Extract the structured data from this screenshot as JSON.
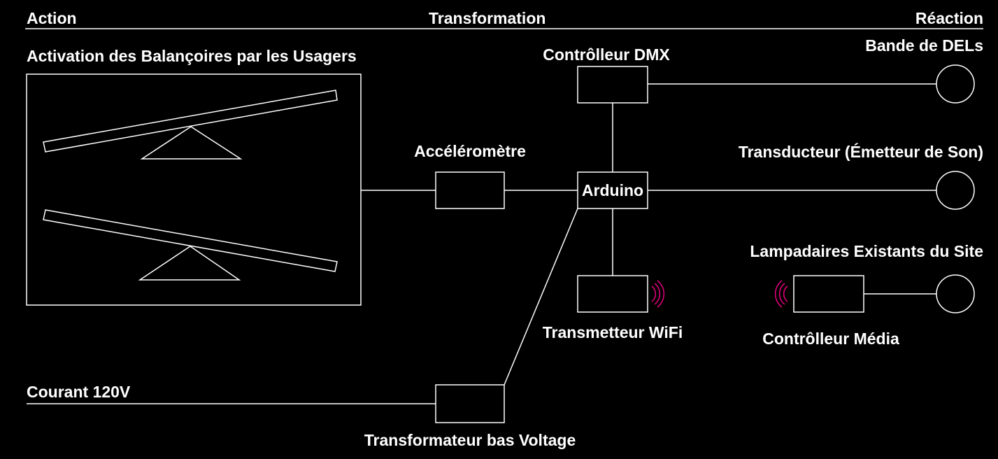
{
  "headers": {
    "action": "Action",
    "transformation": "Transformation",
    "reaction": "Réaction"
  },
  "labels": {
    "swings": "Activation des Balançoires par les Usagers",
    "accelerometer": "Accéléromètre",
    "dmx": "Contrôlleur DMX",
    "arduino": "Arduino",
    "wifi": "Transmetteur WiFi",
    "power": "Courant 120V",
    "transformer": "Transformateur bas Voltage",
    "led_strip": "Bande de DELs",
    "transducer": "Transducteur (Émetteur de Son)",
    "streetlights": "Lampadaires Existants du Site",
    "media_controller": "Contrôlleur Média"
  },
  "colors": {
    "background": "#000000",
    "foreground": "#ffffff",
    "wireless_signal": "#e6007e"
  },
  "icons": {
    "wifi_signal": "wireless-signal-icon",
    "receiver_signal": "wireless-signal-icon"
  }
}
